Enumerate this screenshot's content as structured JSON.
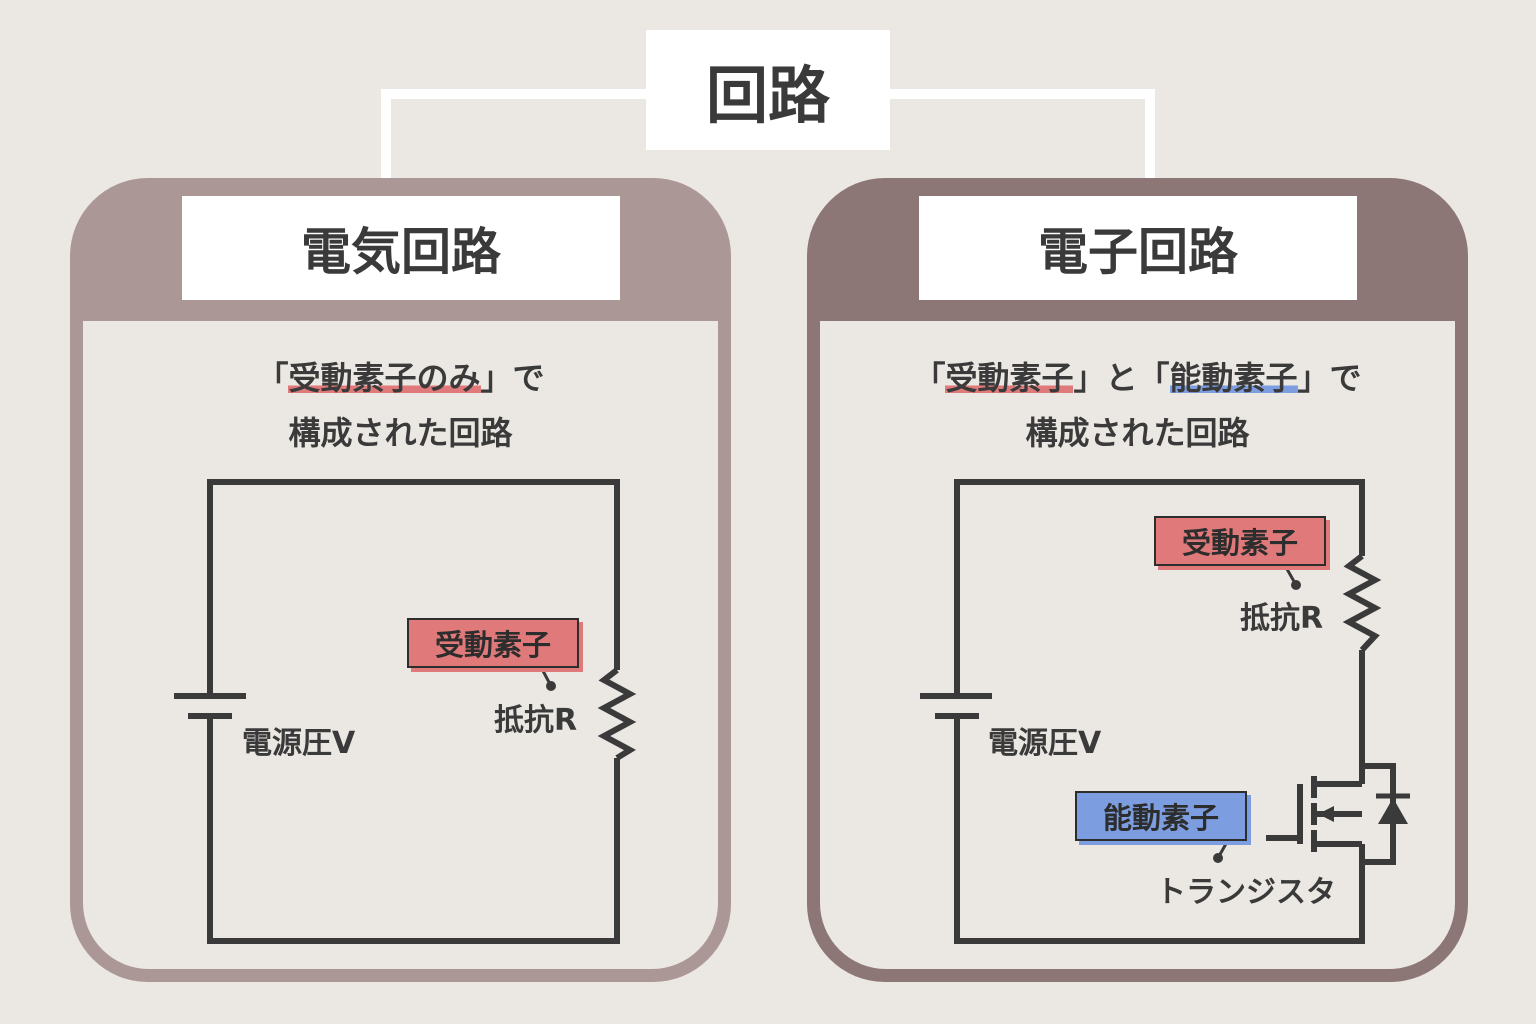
{
  "root": {
    "title": "回路"
  },
  "left": {
    "title": "電気回路",
    "desc_pre": "「",
    "desc_hl": "受動素子のみ",
    "desc_post": "」で",
    "desc_line2": "構成された回路",
    "tag": "受動素子",
    "voltage_label": "電源圧V",
    "resistor_label": "抵抗R",
    "highlight_color": "#e07a7a"
  },
  "right": {
    "title": "電子回路",
    "desc_pre": "「",
    "desc_hl1": "受動素子",
    "desc_mid": "」と「",
    "desc_hl2": "能動素子",
    "desc_post": "」で",
    "desc_line2": "構成された回路",
    "passive_tag": "受動素子",
    "active_tag": "能動素子",
    "voltage_label": "電源圧V",
    "resistor_label": "抵抗R",
    "transistor_label": "トランジスタ",
    "passive_color": "#e07a7a",
    "active_color": "#7c9ee0"
  },
  "colors": {
    "background": "#ebe7e2",
    "left_panel": "#ab9796",
    "right_panel": "#8c7776",
    "wire": "#3a3a3a"
  }
}
